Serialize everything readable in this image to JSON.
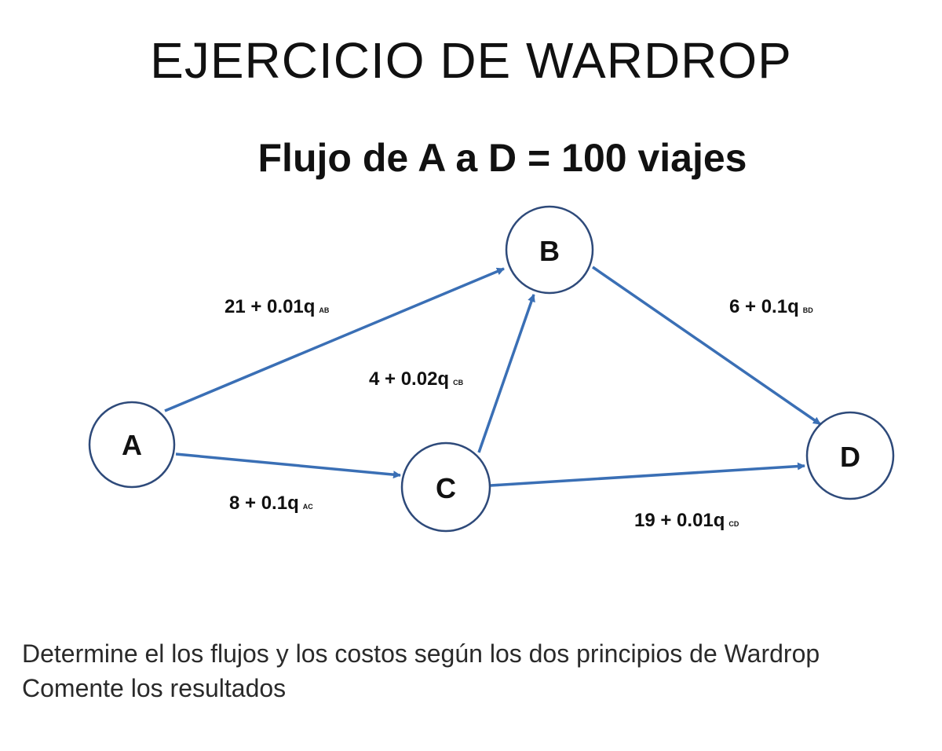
{
  "title": "EJERCICIO DE WARDROP",
  "subtitle": "Flujo de A a D = 100 viajes",
  "nodes": {
    "A": "A",
    "B": "B",
    "C": "C",
    "D": "D"
  },
  "edges": {
    "AB": {
      "cost": "21 + 0.01q",
      "sub": "AB"
    },
    "AC": {
      "cost": "8 + 0.1q",
      "sub": "AC"
    },
    "CB": {
      "cost": "4 + 0.02q",
      "sub": "CB"
    },
    "BD": {
      "cost": "6 + 0.1q",
      "sub": "BD"
    },
    "CD": {
      "cost": "19 + 0.01q",
      "sub": "CD"
    }
  },
  "instructions": {
    "line1": "Determine el los flujos y los costos según los dos principios de Wardrop",
    "line2": "Comente los resultados"
  },
  "colors": {
    "edge": "#3a6fb5",
    "node_border": "#2e4a7a"
  }
}
